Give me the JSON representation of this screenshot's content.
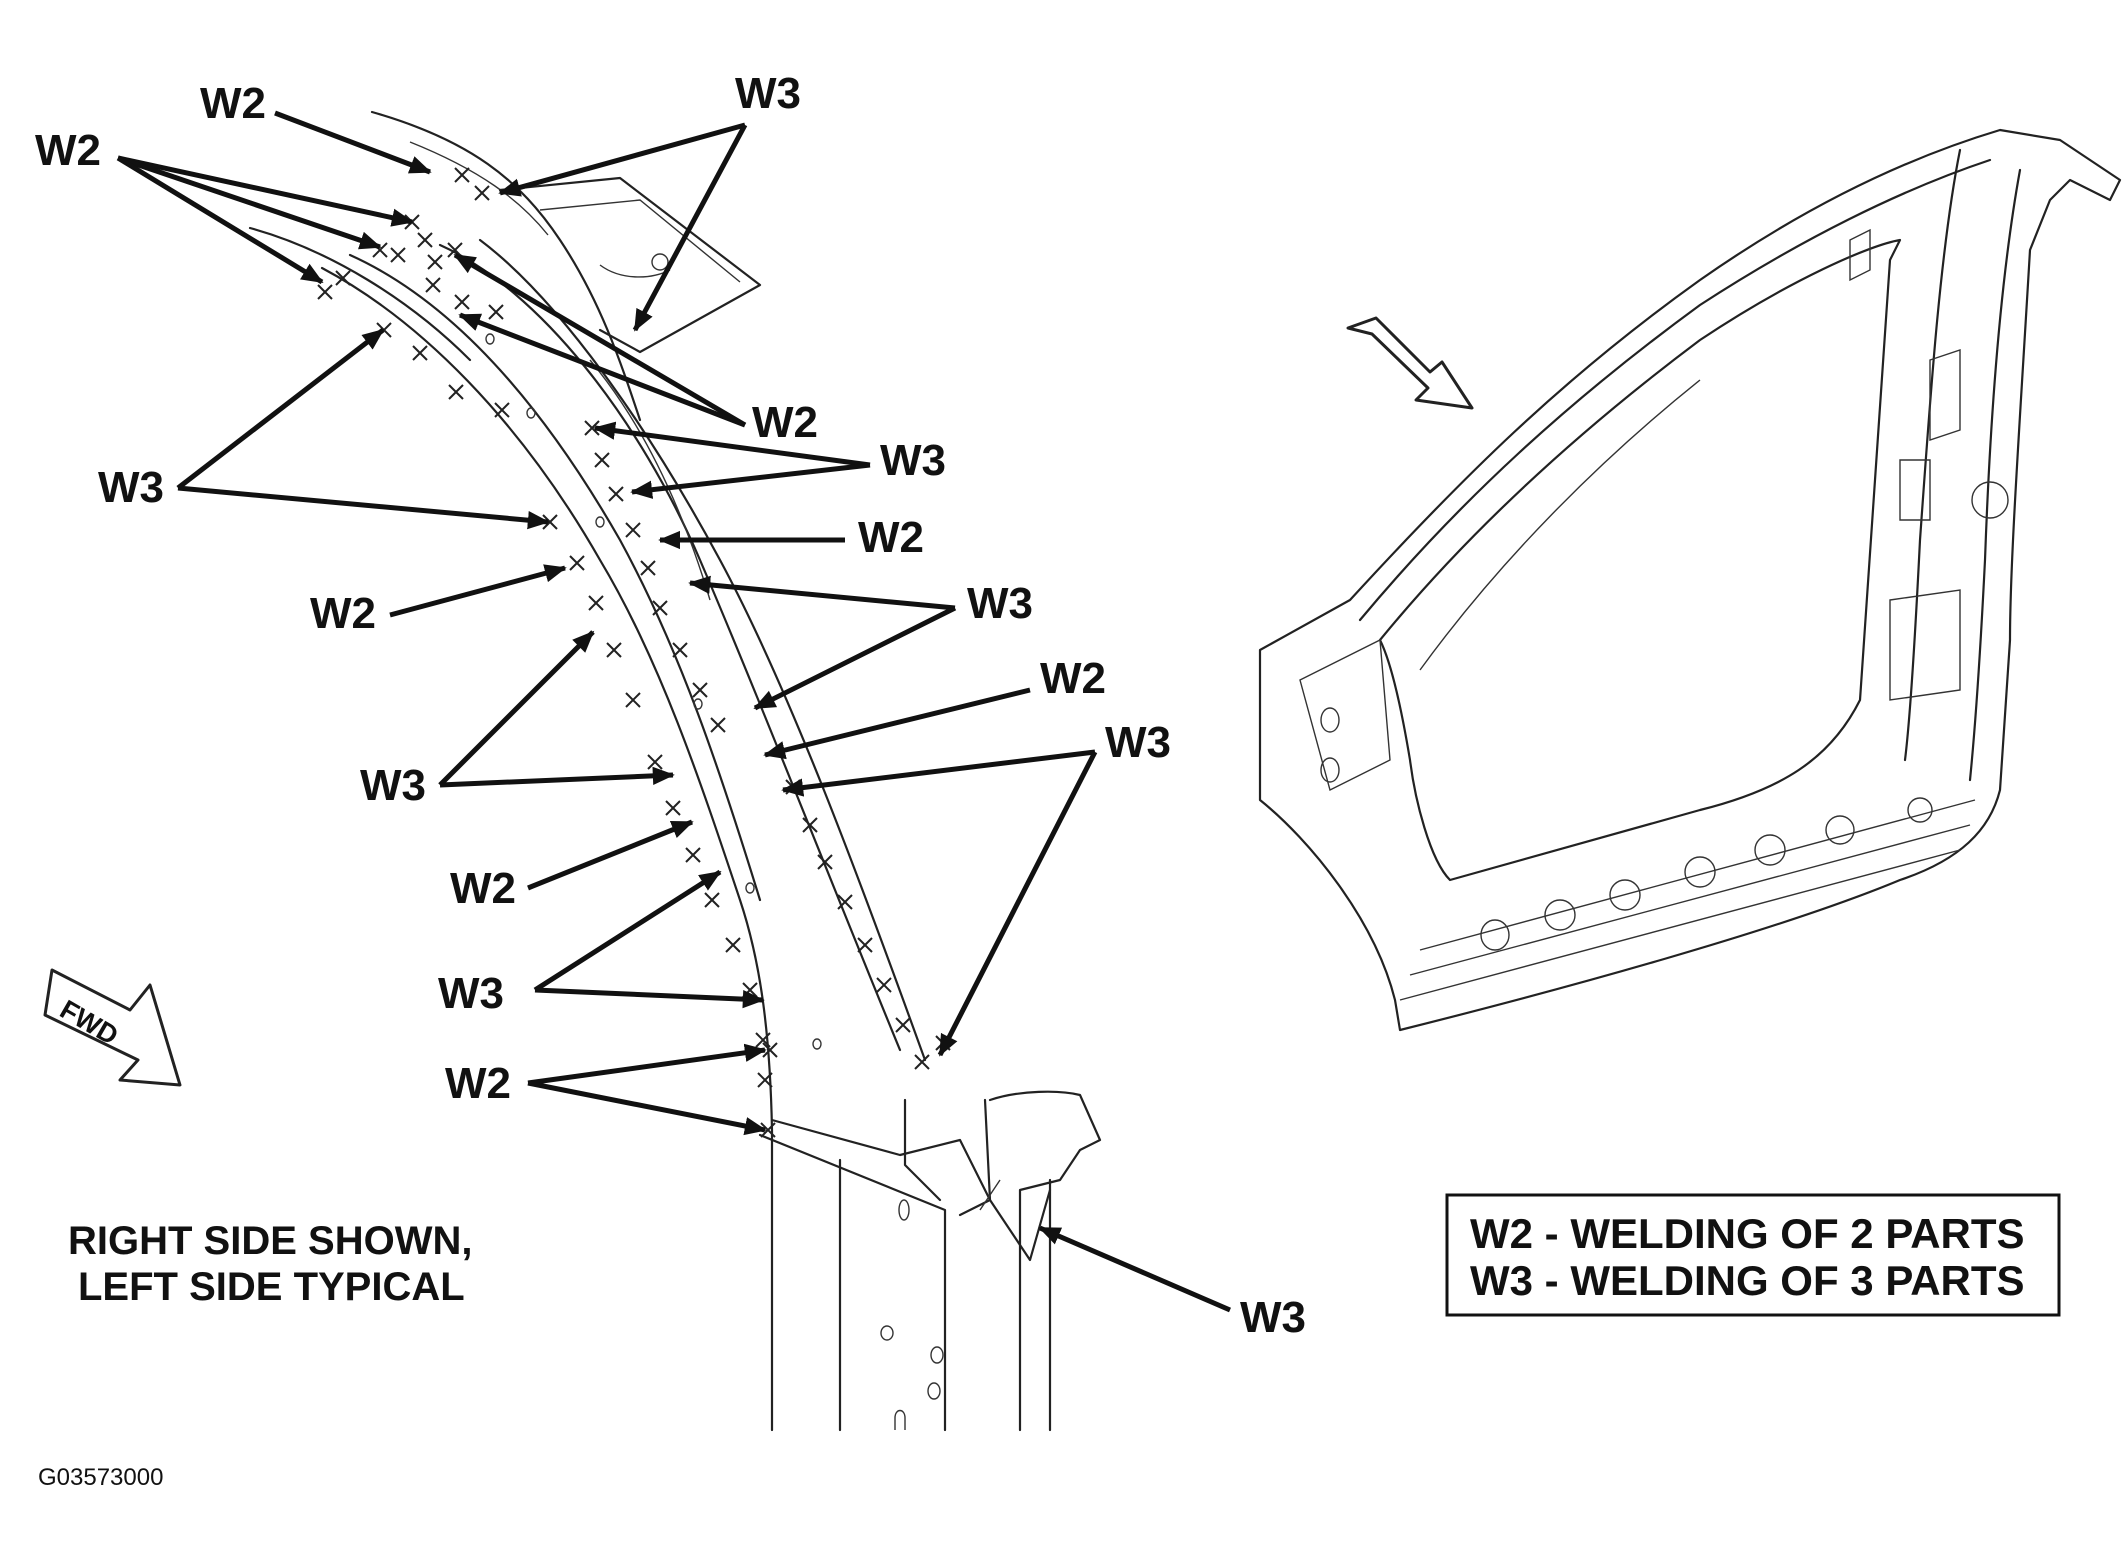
{
  "labels": {
    "w2": "W2",
    "w3": "W3",
    "fwd": "FWD"
  },
  "note": {
    "line1": "RIGHT SIDE SHOWN,",
    "line2": "LEFT SIDE TYPICAL"
  },
  "legend": {
    "line1": "W2 - WELDING OF 2 PARTS",
    "line2": "W3 - WELDING OF 3 PARTS"
  },
  "figure_code": "G03573000"
}
